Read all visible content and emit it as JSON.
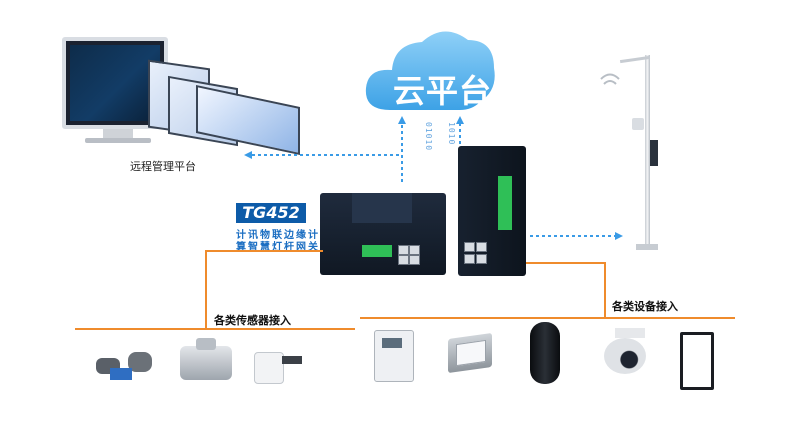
{
  "cloud": {
    "label": "云平台"
  },
  "remote_platform": {
    "label": "远程管理平台"
  },
  "gateway": {
    "model": "TG452",
    "line1": "计讯物联边缘计",
    "line2": "算智慧灯杆网关"
  },
  "binary_left": "01010",
  "binary_right": "1010",
  "sensors_section": {
    "label": "各类传感器接入"
  },
  "devices_section": {
    "label": "各类设备接入"
  },
  "colors": {
    "accent_orange": "#ef8b2c",
    "cloud_blue": "#5fb6ef",
    "arrow_blue": "#3a9be6",
    "brand_blue": "#0d5ba8"
  }
}
